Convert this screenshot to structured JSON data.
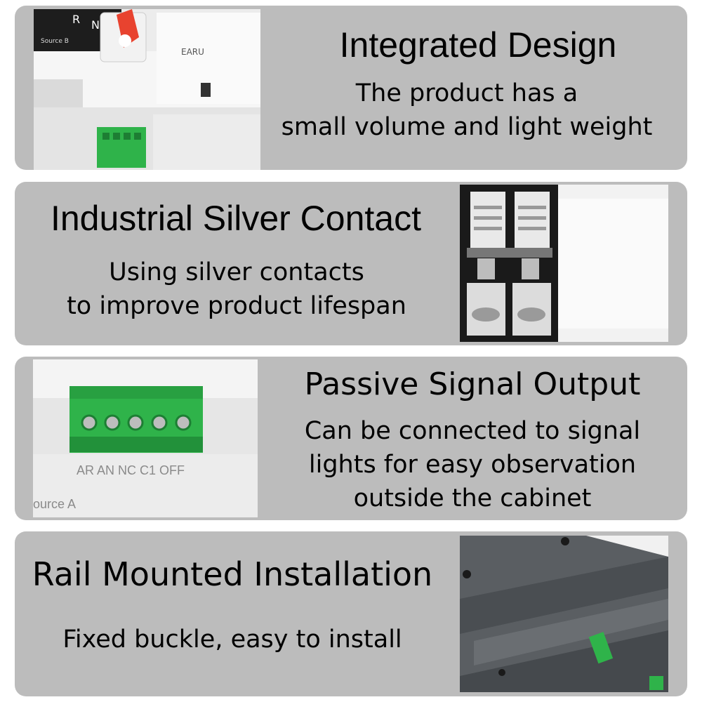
{
  "panels": [
    {
      "title": "Integrated Design",
      "lines": [
        "The product has a",
        "small volume and light weight"
      ],
      "photo": "switch-front-photo",
      "photo_labels": {
        "r": "R",
        "n": "N",
        "brand": "EARU",
        "source_b": "Source B"
      }
    },
    {
      "title": "Industrial Silver Contact",
      "lines": [
        "Using silver contacts",
        "to improve product lifespan"
      ],
      "photo": "silver-contact-photo"
    },
    {
      "title": "Passive Signal Output",
      "lines": [
        "Can be connected to signal",
        "lights for easy observation",
        "outside the cabinet"
      ],
      "photo": "terminal-block-photo",
      "photo_labels": {
        "terminals": "AR AN NC C1 OFF",
        "source": "ource A"
      }
    },
    {
      "title": "Rail Mounted Installation",
      "lines": [
        "Fixed buckle, easy to install"
      ],
      "photo": "rail-buckle-photo"
    }
  ],
  "colors": {
    "panel_bg": "#bcbcbc",
    "terminal_green": "#2fb34a",
    "switch_red": "#e8432f"
  }
}
